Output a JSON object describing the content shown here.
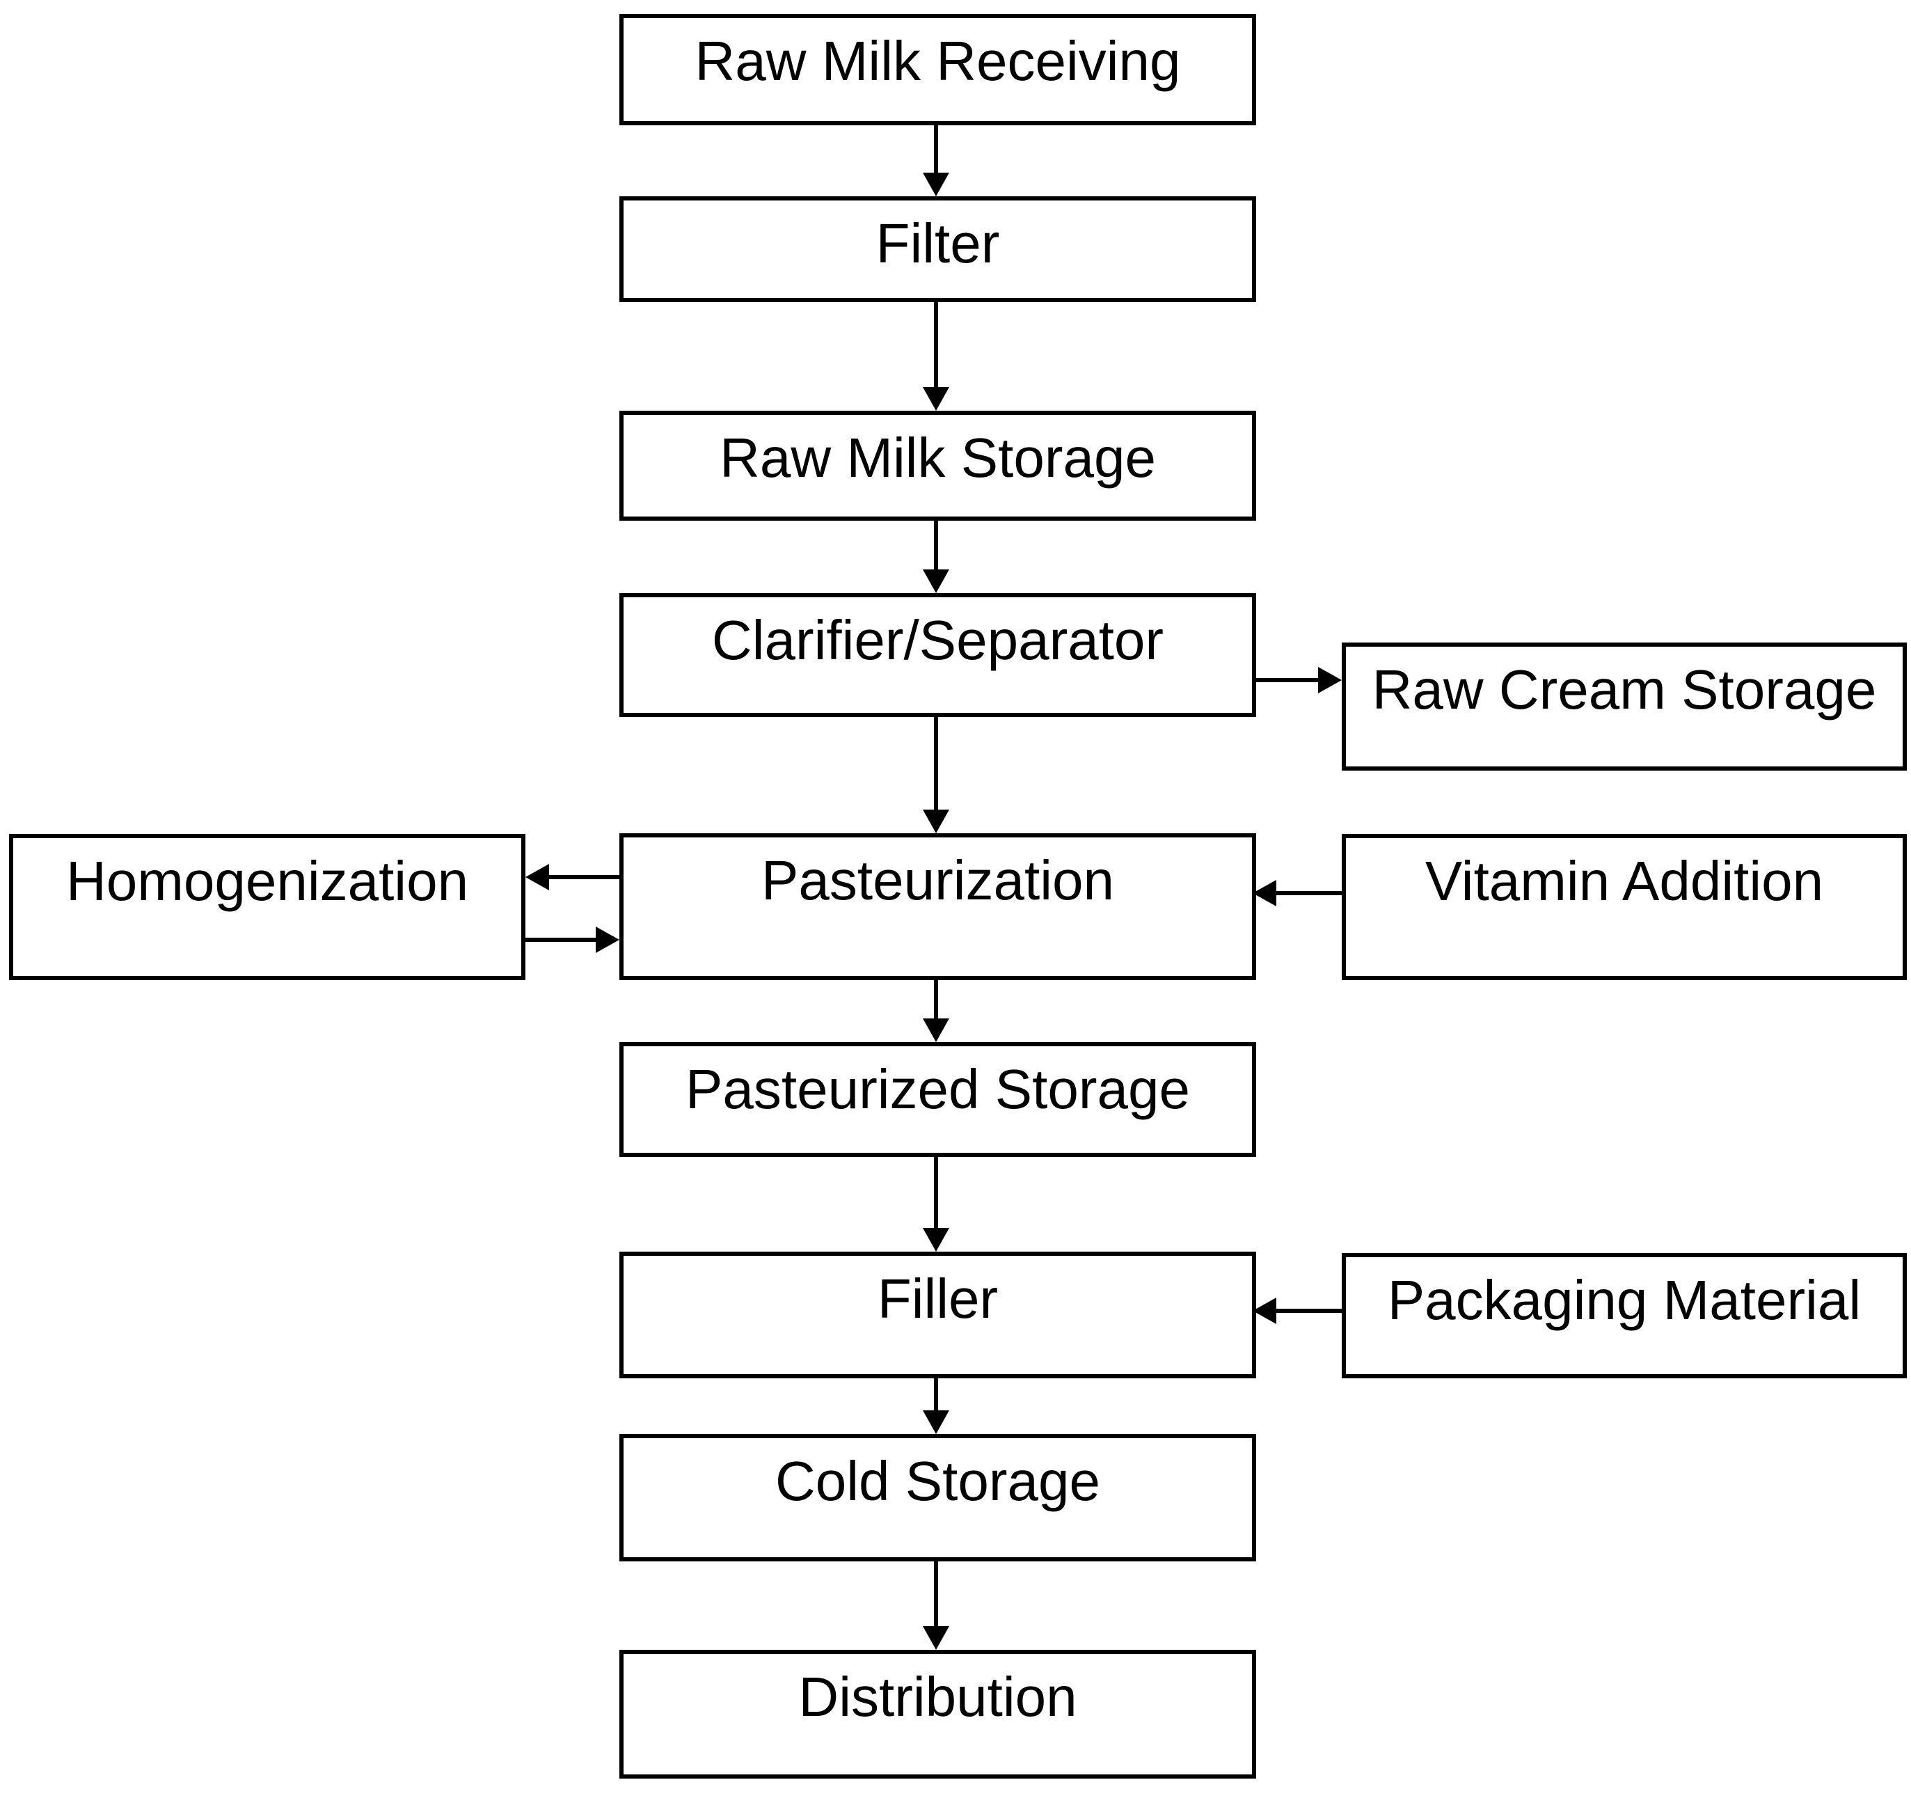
{
  "diagram": {
    "type": "flowchart",
    "colors": {
      "background": "#ffffff",
      "box_fill": "#ffffff",
      "box_border": "#000000",
      "text": "#000000",
      "arrow": "#000000"
    },
    "nodes": {
      "raw_milk_receiving": {
        "label": "Raw Milk Receiving"
      },
      "filter": {
        "label": "Filter"
      },
      "raw_milk_storage": {
        "label": "Raw Milk Storage"
      },
      "clarifier_separator": {
        "label": "Clarifier/Separator"
      },
      "raw_cream_storage": {
        "label": "Raw Cream Storage"
      },
      "homogenization": {
        "label": "Homogenization"
      },
      "pasteurization": {
        "label": "Pasteurization"
      },
      "vitamin_addition": {
        "label": "Vitamin Addition"
      },
      "pasteurized_storage": {
        "label": "Pasteurized Storage"
      },
      "filler": {
        "label": "Filler"
      },
      "packaging_material": {
        "label": "Packaging Material"
      },
      "cold_storage": {
        "label": "Cold Storage"
      },
      "distribution": {
        "label": "Distribution"
      }
    },
    "edges": [
      {
        "from": "raw_milk_receiving",
        "to": "filter",
        "direction": "down"
      },
      {
        "from": "filter",
        "to": "raw_milk_storage",
        "direction": "down"
      },
      {
        "from": "raw_milk_storage",
        "to": "clarifier_separator",
        "direction": "down"
      },
      {
        "from": "clarifier_separator",
        "to": "raw_cream_storage",
        "direction": "right"
      },
      {
        "from": "clarifier_separator",
        "to": "pasteurization",
        "direction": "down"
      },
      {
        "from": "pasteurization",
        "to": "homogenization",
        "direction": "left"
      },
      {
        "from": "homogenization",
        "to": "pasteurization",
        "direction": "right"
      },
      {
        "from": "vitamin_addition",
        "to": "pasteurization",
        "direction": "left"
      },
      {
        "from": "pasteurization",
        "to": "pasteurized_storage",
        "direction": "down"
      },
      {
        "from": "pasteurized_storage",
        "to": "filler",
        "direction": "down"
      },
      {
        "from": "packaging_material",
        "to": "filler",
        "direction": "left"
      },
      {
        "from": "filler",
        "to": "cold_storage",
        "direction": "down"
      },
      {
        "from": "cold_storage",
        "to": "distribution",
        "direction": "down"
      }
    ]
  }
}
